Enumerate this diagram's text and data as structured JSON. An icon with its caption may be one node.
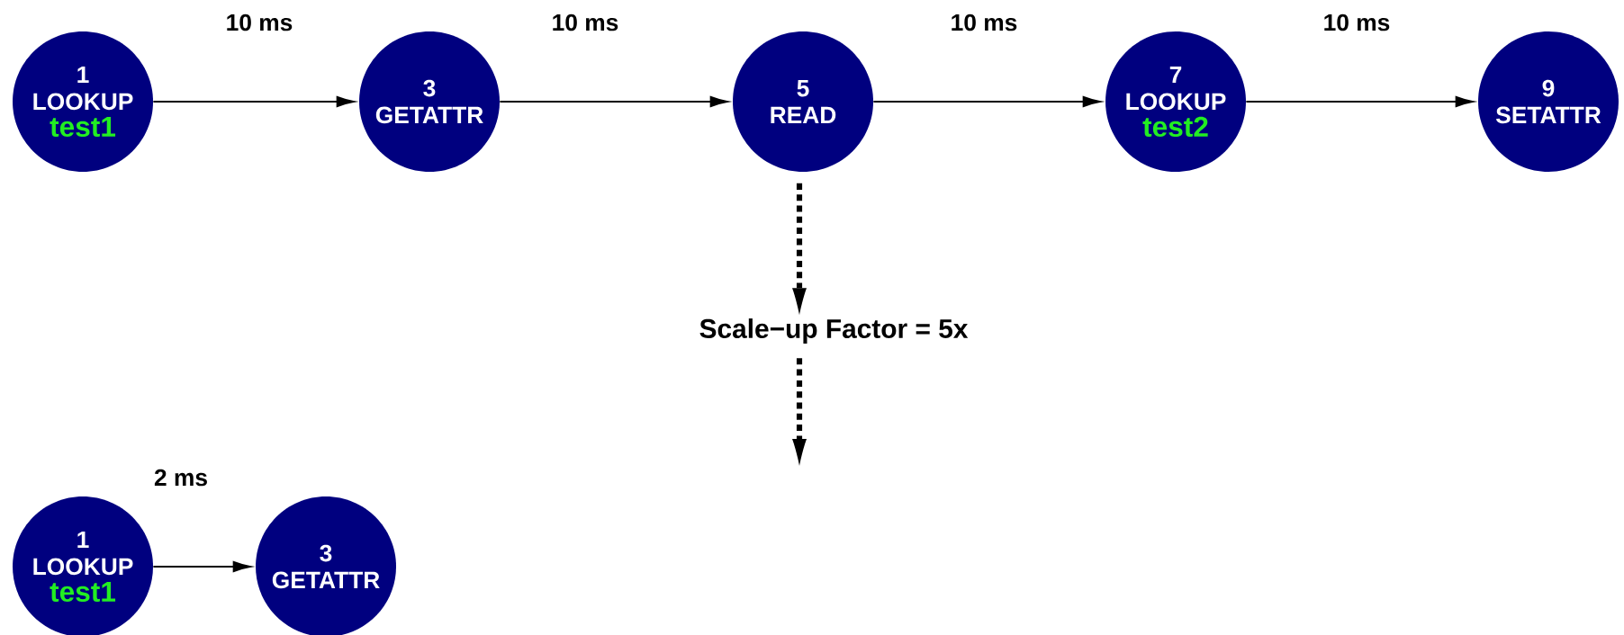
{
  "diagram": {
    "nodes": [
      {
        "text": [
          "1",
          "LOOKUP",
          "test1"
        ]
      },
      {
        "text": [
          "3",
          "GETATTR"
        ]
      },
      {
        "text": [
          "5",
          "READ"
        ]
      },
      {
        "text": [
          "7",
          "LOOKUP",
          "test2"
        ]
      },
      {
        "text": [
          "9",
          "SETATTR"
        ]
      },
      {
        "text": [
          "Scale−up Factor = 5x"
        ]
      },
      {
        "text": [
          "1",
          "LOOKUP",
          "test1"
        ]
      },
      {
        "text": [
          "3",
          "GETATTR"
        ]
      }
    ],
    "edges": [
      {
        "from": 0,
        "to": 1,
        "arrow": "to",
        "label": "10 ms"
      },
      {
        "from": 1,
        "to": 2,
        "arrow": "to",
        "label": "10 ms"
      },
      {
        "from": 2,
        "to": 3,
        "arrow": "to",
        "label": "10 ms"
      },
      {
        "from": 3,
        "to": 4,
        "arrow": "to",
        "label": "10 ms"
      },
      {
        "from": 2,
        "to": 5,
        "arrow": "to",
        "style": "dashed"
      },
      {
        "from": 5,
        "to": null,
        "arrow": "to",
        "style": "dashed"
      },
      {
        "from": 6,
        "to": 7,
        "arrow": "to",
        "label": "2 ms"
      }
    ]
  }
}
